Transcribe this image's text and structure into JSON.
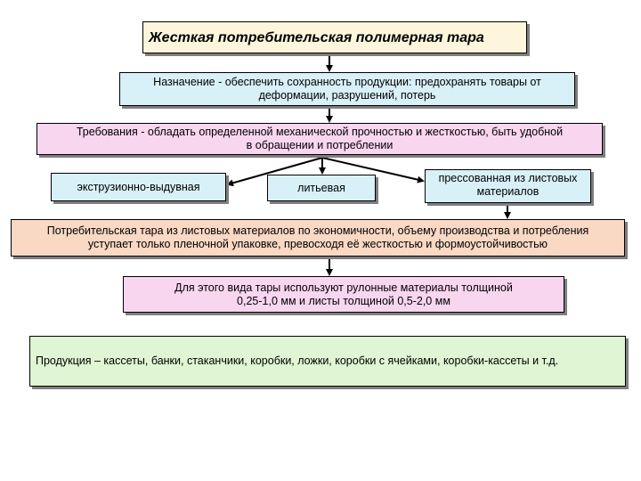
{
  "title": "Жесткая потребительская полимерная тара",
  "purpose": [
    "Назначение - обеспечить сохранность продукции: предохранять товары от",
    "деформации, разрушений, потерь"
  ],
  "requirements": [
    "Требования - обладать определенной механической прочностью и жесткостью, быть удобной",
    "в обращении и потреблении"
  ],
  "types": {
    "extrusion": "экструзионно-выдувная",
    "cast": "литьевая",
    "pressed": [
      "прессованная  из листовых",
      "материалов"
    ]
  },
  "sheet_note": [
    "Потребительская тара из листовых материалов по экономичности, объему производства и потребления",
    "уступает только пленочной упаковке, превосходя её жесткостью и формоустойчивостью"
  ],
  "rolls_note": [
    "Для этого вида тары используют рулонные материалы толщиной",
    "0,25-1,0 мм и листы толщиной 0,5-2,0 мм"
  ],
  "products": "Продукция – кассеты, банки, стаканчики, коробки, ложки, коробки с ячейками, коробки-кассеты и т.д."
}
